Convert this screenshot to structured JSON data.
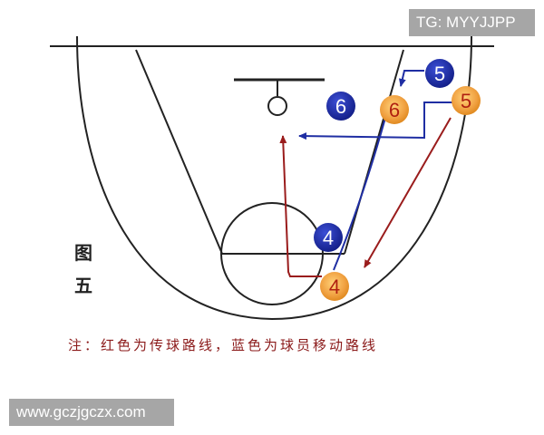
{
  "watermark": {
    "tg_handle": "TG: MYYJJPP",
    "site": "www.gczjgczx.com"
  },
  "figure": {
    "label_line1": "图",
    "label_line2": "五"
  },
  "note": "注：红色为传球路线，蓝色为球员移动路线",
  "colors": {
    "offense_blue": "#1f2ea3",
    "offense_orange": "#f0a040",
    "pass_line": "#9a1c1c",
    "move_line": "#1f2ea3",
    "court_line": "#222222"
  },
  "players": [
    {
      "id": "blue-6",
      "team": "blue",
      "number": "6"
    },
    {
      "id": "blue-5",
      "team": "blue",
      "number": "5"
    },
    {
      "id": "blue-4",
      "team": "blue",
      "number": "4"
    },
    {
      "id": "orange-6",
      "team": "orange",
      "number": "6"
    },
    {
      "id": "orange-5",
      "team": "orange",
      "number": "5"
    },
    {
      "id": "orange-4",
      "team": "orange",
      "number": "4"
    }
  ]
}
